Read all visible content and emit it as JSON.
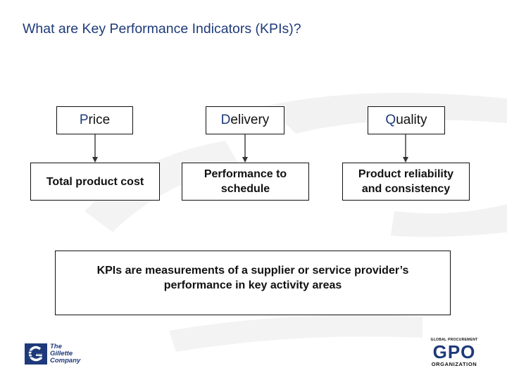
{
  "title": "What are Key Performance Indicators (KPIs)?",
  "columns": [
    {
      "category_first": "P",
      "category_rest": "rice",
      "indicator": "Total product cost"
    },
    {
      "category_first": "D",
      "category_rest": "elivery",
      "indicator": "Performance to schedule"
    },
    {
      "category_first": "Q",
      "category_rest": "uality",
      "indicator": "Product reliability and consistency"
    }
  ],
  "definition": "KPIs are measurements of a supplier or service provider’s performance in key activity areas",
  "logos": {
    "gillette": {
      "text": "The\nGillette\nCompany"
    },
    "gpo": {
      "top": "GLOBAL PROCUREMENT",
      "middle": "GPO",
      "bottom": "ORGANIZATION"
    }
  },
  "colors": {
    "title": "#1f3a7a",
    "border": "#111111",
    "arrow": "#444444",
    "watermark": "#f1f1f1"
  }
}
